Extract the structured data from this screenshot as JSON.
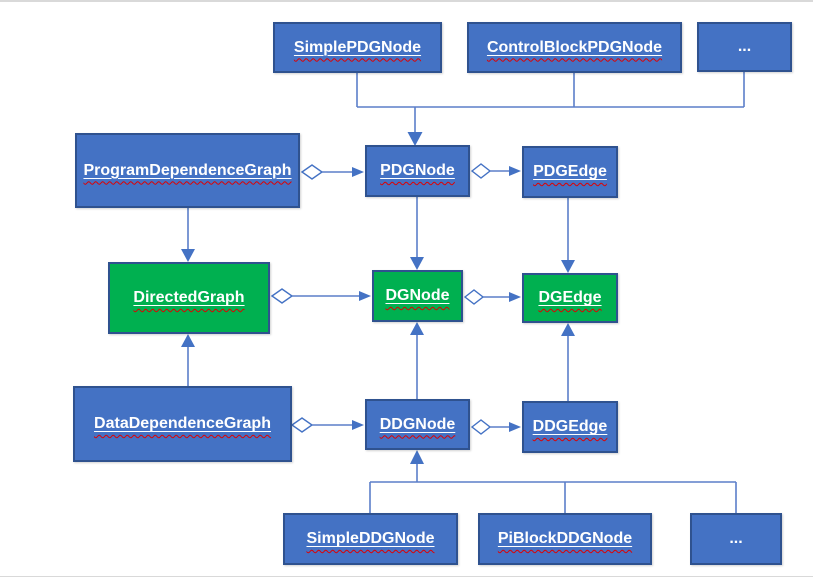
{
  "diagram": {
    "kind": "uml-class-diagram",
    "background": "#ffffff",
    "slide_edge_color": "#d9d9d9"
  },
  "colors": {
    "node_blue_fill": "#4472c4",
    "node_green_fill": "#00b050",
    "node_border": "#2f528f",
    "connector_blue": "#4472c4",
    "label_text": "#ffffff",
    "spellcheck_squiggle": "#e00000"
  },
  "nodes": {
    "simple_pdg_node": {
      "label": "SimplePDGNode",
      "color": "blue"
    },
    "control_block_pdg_node": {
      "label": "ControlBlockPDGNode",
      "color": "blue"
    },
    "pdg_ellipsis": {
      "label": "...",
      "color": "blue"
    },
    "program_dependence_graph": {
      "label": "ProgramDependenceGraph",
      "color": "blue"
    },
    "pdg_node": {
      "label": "PDGNode",
      "color": "blue"
    },
    "pdg_edge": {
      "label": "PDGEdge",
      "color": "blue"
    },
    "directed_graph": {
      "label": "DirectedGraph",
      "color": "green"
    },
    "dg_node": {
      "label": "DGNode",
      "color": "green"
    },
    "dg_edge": {
      "label": "DGEdge",
      "color": "green"
    },
    "data_dependence_graph": {
      "label": "DataDependenceGraph",
      "color": "blue"
    },
    "ddg_node": {
      "label": "DDGNode",
      "color": "blue"
    },
    "ddg_edge": {
      "label": "DDGEdge",
      "color": "blue"
    },
    "simple_ddg_node": {
      "label": "SimpleDDGNode",
      "color": "blue"
    },
    "pi_block_ddg_node": {
      "label": "PiBlockDDGNode",
      "color": "blue"
    },
    "ddg_ellipsis": {
      "label": "...",
      "color": "blue"
    }
  },
  "edges": [
    {
      "from": "SimplePDGNode",
      "to": "PDGNode",
      "type": "inheritance"
    },
    {
      "from": "ControlBlockPDGNode",
      "to": "PDGNode",
      "type": "inheritance"
    },
    {
      "from": "... (PDG node subtypes)",
      "to": "PDGNode",
      "type": "inheritance"
    },
    {
      "from": "ProgramDependenceGraph",
      "to": "PDGNode",
      "type": "aggregation"
    },
    {
      "from": "PDGNode",
      "to": "PDGEdge",
      "type": "aggregation"
    },
    {
      "from": "ProgramDependenceGraph",
      "to": "DirectedGraph",
      "type": "inheritance"
    },
    {
      "from": "PDGNode",
      "to": "DGNode",
      "type": "inheritance"
    },
    {
      "from": "PDGEdge",
      "to": "DGEdge",
      "type": "inheritance"
    },
    {
      "from": "DirectedGraph",
      "to": "DGNode",
      "type": "aggregation"
    },
    {
      "from": "DGNode",
      "to": "DGEdge",
      "type": "aggregation"
    },
    {
      "from": "DataDependenceGraph",
      "to": "DirectedGraph",
      "type": "inheritance"
    },
    {
      "from": "DDGNode",
      "to": "DGNode",
      "type": "inheritance"
    },
    {
      "from": "DDGEdge",
      "to": "DGEdge",
      "type": "inheritance"
    },
    {
      "from": "DataDependenceGraph",
      "to": "DDGNode",
      "type": "aggregation"
    },
    {
      "from": "DDGNode",
      "to": "DDGEdge",
      "type": "aggregation"
    },
    {
      "from": "SimpleDDGNode",
      "to": "DDGNode",
      "type": "inheritance"
    },
    {
      "from": "PiBlockDDGNode",
      "to": "DDGNode",
      "type": "inheritance"
    },
    {
      "from": "... (DDG node subtypes)",
      "to": "DDGNode",
      "type": "inheritance"
    }
  ]
}
